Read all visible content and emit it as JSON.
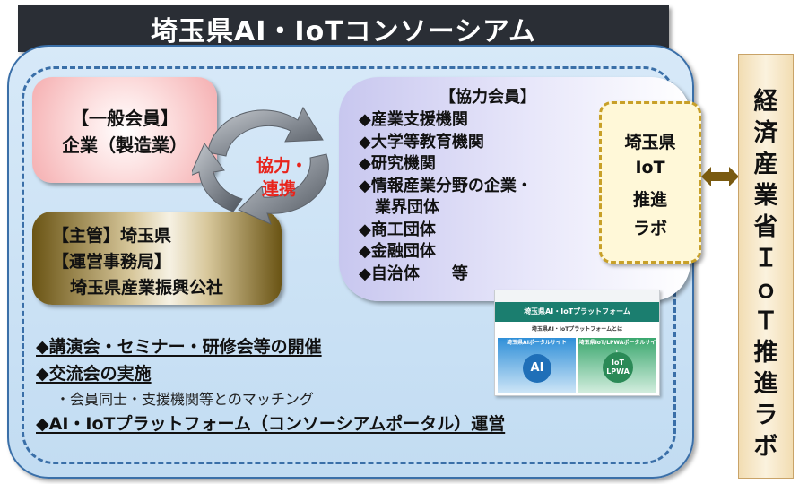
{
  "title": "埼玉県AI・IoTコンソーシアム",
  "general_member": {
    "heading": "【一般会員】",
    "body": "企業（製造業）"
  },
  "administration": {
    "line1": "【主管】埼玉県",
    "line2": "【運営事務局】",
    "line3": "埼玉県産業振興公社"
  },
  "cycle_label": {
    "line1": "協力・",
    "line2": "連携"
  },
  "cooperating_members": {
    "heading": "【協力会員】",
    "items": [
      "◆産業支援機関",
      "◆大学等教育機関",
      "◆研究機関",
      "◆情報産業分野の企業・",
      "　業界団体",
      "◆商工団体",
      "◆金融団体",
      "◆自治体　　等"
    ]
  },
  "iot_lab": {
    "line1": "埼玉県",
    "line2": "IoT",
    "line3": "推進",
    "line4": "ラボ"
  },
  "ministry": {
    "chars": [
      "経",
      "済",
      "産",
      "業",
      "省",
      "Ｉ",
      "ｏ",
      "Ｔ",
      "推",
      "進",
      "ラ",
      "ボ"
    ]
  },
  "portal_thumbnail": {
    "banner": "埼玉県AI・IoTプラットフォーム",
    "subtitle": "埼玉県AI・IoTプラットフォームとは",
    "card_left": "埼玉県AIポータルサイト",
    "card_right": "埼玉県IoT/LPWAポータルサイト",
    "badge_left": "AI",
    "badge_right_1": "IoT",
    "badge_right_2": "LPWA"
  },
  "activities": {
    "item1": "◆講演会・セミナー・研修会等の開催",
    "item2": "◆交流会の実施",
    "item2_sub": "・会員同士・支援機関等とのマッチング",
    "item3": "◆AI・IoTプラットフォーム（コンソーシアムポータル）運営"
  },
  "colors": {
    "title_bg": "#2a2e35",
    "main_border": "#3a6fa8",
    "cycle_label": "#e8241c",
    "iot_lab_border": "#c8a028",
    "arrow": "#7a5a10",
    "portal_green": "#1b7e6f"
  }
}
